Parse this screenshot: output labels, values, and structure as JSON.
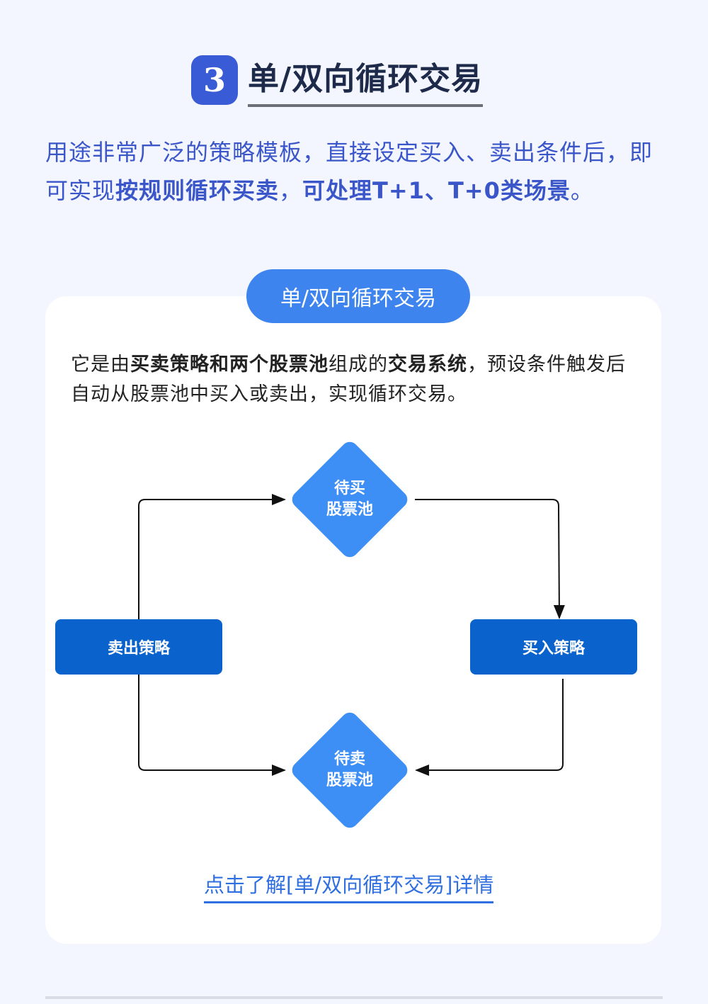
{
  "header": {
    "number": "3",
    "title": "单/双向循环交易"
  },
  "intro": {
    "p1": "用途非常广泛的策略模板，直接设定买入、卖出条件后，即可实现",
    "b1": "按规则循环买卖",
    "p2": "，",
    "b2": "可处理T+1、T+0类场景",
    "p3": "。"
  },
  "card": {
    "pill": "单/双向循环交易",
    "desc": {
      "p1": "它是由",
      "b1": "买卖策略和两个股票池",
      "p2": "组成的",
      "b2": "交易系统",
      "p3": "，预设条件触发后自动从股票池中买入或卖出，实现循环交易。"
    },
    "diagram": {
      "buy_pool": "待买\n股票池",
      "sell_pool": "待卖\n股票池",
      "sell_strategy": "卖出策略",
      "buy_strategy": "买入策略"
    },
    "link": "点击了解[单/双向循环交易]详情"
  },
  "colors": {
    "badge": "#3a5bd6",
    "pill": "#3d84ef",
    "diamond": "#3d8ef5",
    "box": "#0a63cc",
    "link": "#2f6fe0"
  }
}
